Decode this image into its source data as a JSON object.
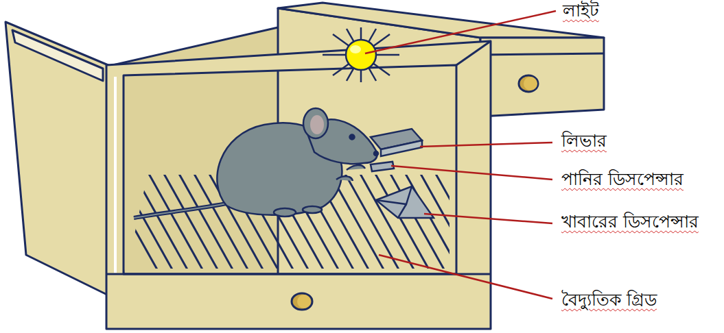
{
  "diagram": {
    "labels": [
      "লাইট",
      "লিভার",
      "পানির ডিসপেন্সার",
      "খাবারের ডিসপেন্সার",
      "বৈদ্যুতিক গ্রিড"
    ]
  }
}
